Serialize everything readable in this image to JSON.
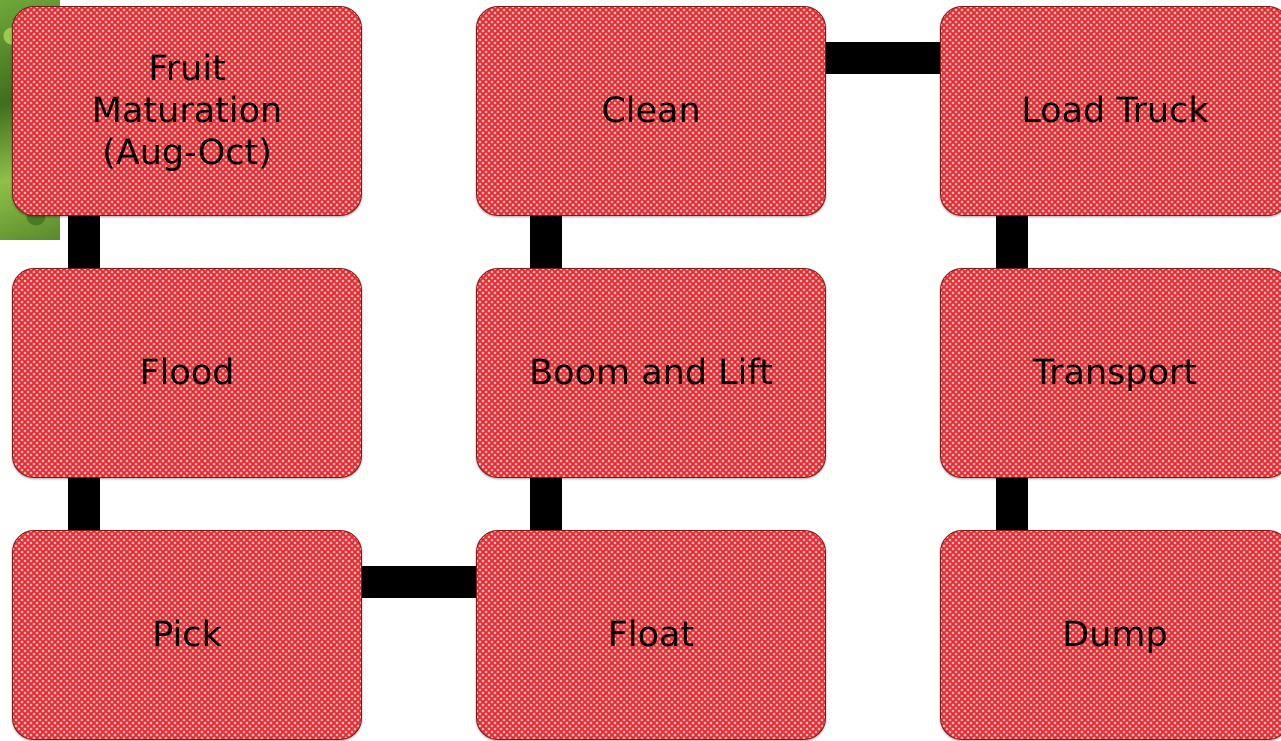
{
  "diagram": {
    "nodes": {
      "fruit_maturation": "Fruit\nMaturation\n(Aug-Oct)",
      "flood": "Flood",
      "pick": "Pick",
      "float": "Float",
      "boom_and_lift": "Boom and Lift",
      "clean": "Clean",
      "load_truck": "Load Truck",
      "transport": "Transport",
      "dump": "Dump"
    },
    "flow_order": [
      "Fruit\nMaturation\n(Aug-Oct)",
      "Flood",
      "Pick",
      "Float",
      "Boom and Lift",
      "Clean",
      "Load Truck",
      "Transport",
      "Dump"
    ],
    "colors": {
      "node_fill": "#e8262b",
      "node_pattern": "#ffd2d2",
      "connector": "#000000"
    }
  }
}
